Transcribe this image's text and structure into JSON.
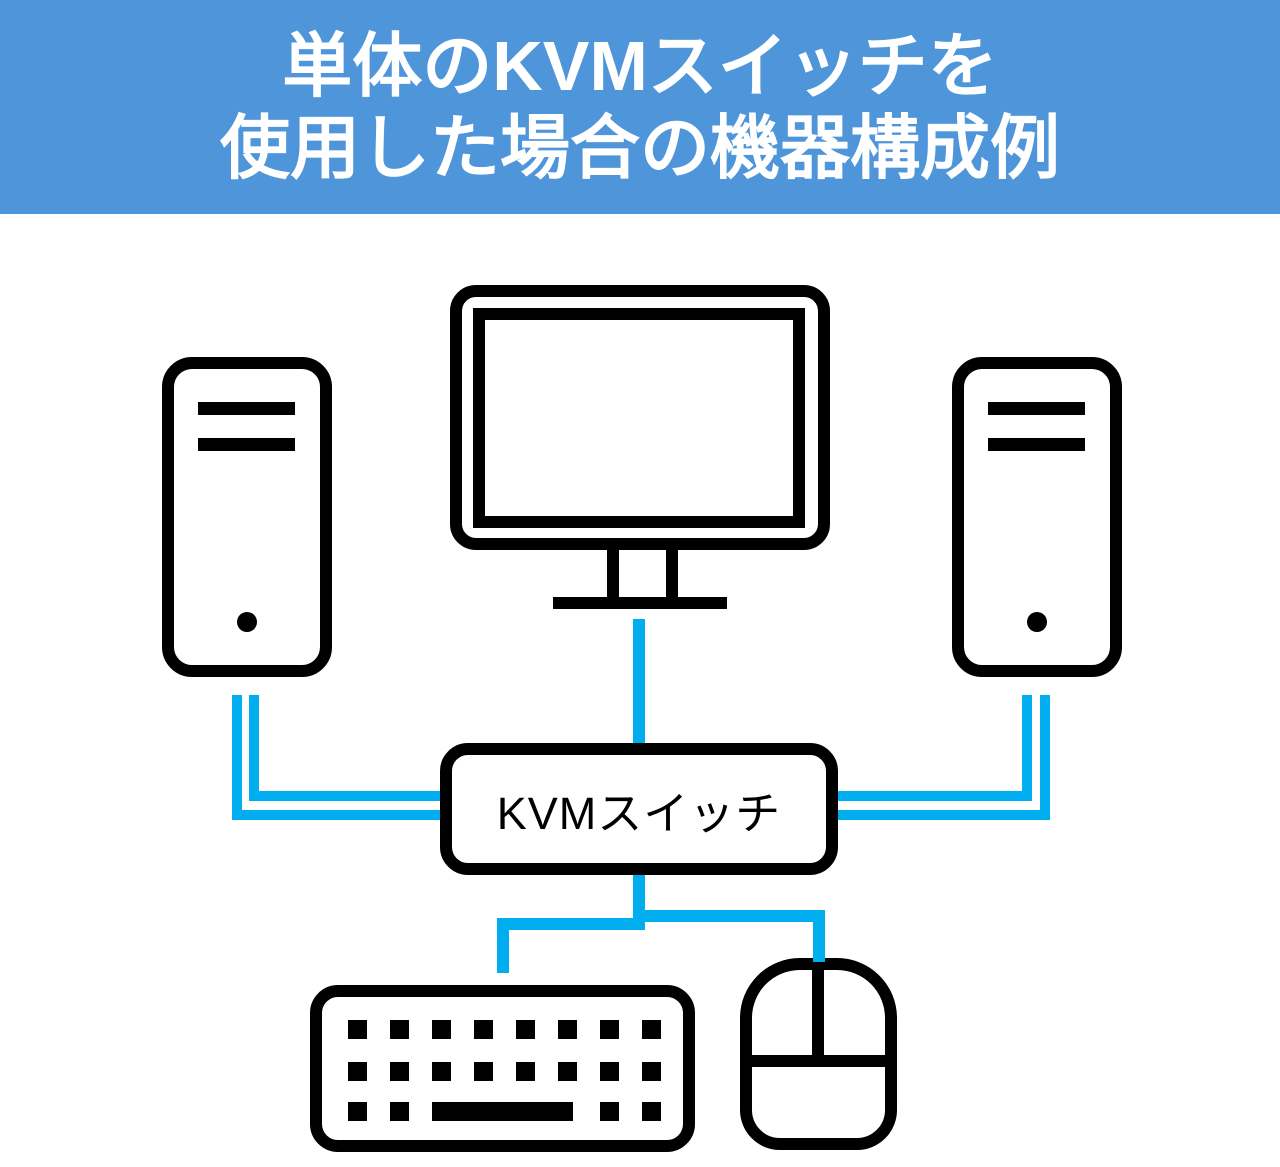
{
  "header": {
    "title_line1": "単体のKVMスイッチを",
    "title_line2": "使用した場合の機器構成例"
  },
  "kvm_switch": {
    "label": "KVMスイッチ"
  },
  "icons": {
    "left_computer": "pc-tower-icon",
    "right_computer": "pc-tower-icon",
    "monitor": "monitor-icon",
    "keyboard": "keyboard-icon",
    "mouse": "mouse-icon"
  },
  "colors": {
    "banner_background": "#4E95D9",
    "title_text": "#FFFFFF",
    "cable": "#00AEEF",
    "device_outline": "#000000",
    "background": "#FFFFFF"
  }
}
